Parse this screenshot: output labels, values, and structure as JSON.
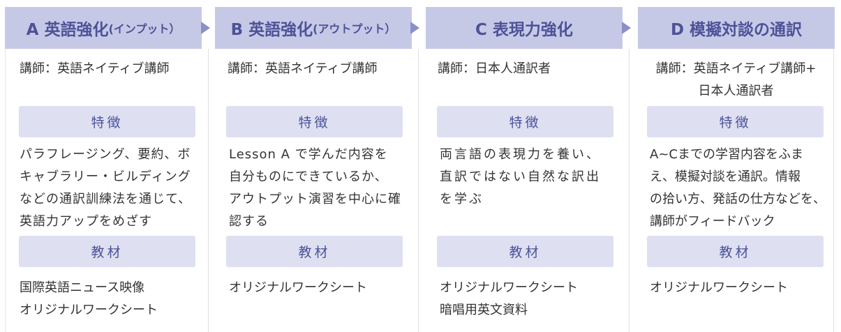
{
  "columns": [
    {
      "header_main": "A 英語強化",
      "header_sub": "(インプット）",
      "instructor": "講師：英語ネイティブ講師",
      "feature_label": "特徴",
      "description": "パラフレージング、要約、ボ\nキャブラリー・ビルディング\nなどの通訳訓練法を通じて、\n英語力アップをめざす",
      "materials_label": "教材",
      "materials": "国際英語ニュース映像\nオリジナルワークシート"
    },
    {
      "header_main": "B 英語強化",
      "header_sub": "(アウトプット）",
      "instructor": "講師：英語ネイティブ講師",
      "feature_label": "特徴",
      "description": "Lesson A で学んだ内容を\n自分ものにできているか、\nアウトプット演習を中心に確\n認する",
      "materials_label": "教材",
      "materials": "オリジナルワークシート"
    },
    {
      "header_main": "C 表現力強化",
      "header_sub": "",
      "instructor": "講師：日本人通訳者",
      "feature_label": "特徴",
      "description": "両言語の表現力を養い、\n直訳ではない自然な訳出\nを学ぶ",
      "materials_label": "教材",
      "materials": "オリジナルワークシート\n暗唱用英文資料"
    },
    {
      "header_main": "D 模擬対談の通訳",
      "header_sub": "",
      "instructor": "講師：英語ネイティブ講師+\n日本人通訳者",
      "feature_label": "特徴",
      "description": "A~Cまでの学習内容をふま\nえ、模擬対談を通訳。情報\nの拾い方、発話の仕方などを、\n講師がフィードバック",
      "materials_label": "教材",
      "materials": "オリジナルワークシート"
    }
  ]
}
